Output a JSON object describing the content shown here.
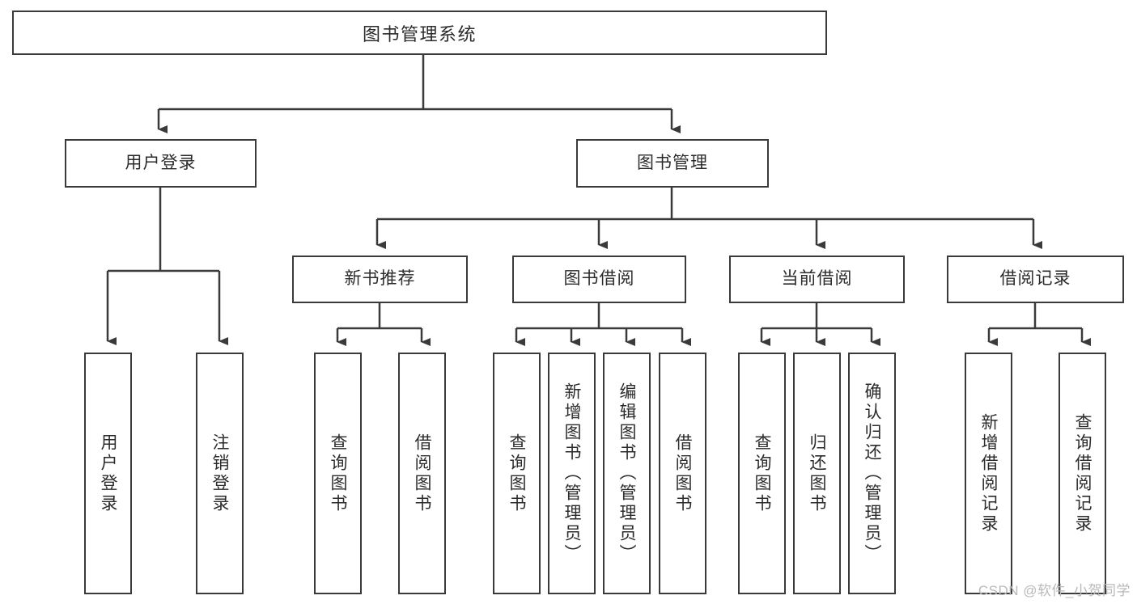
{
  "diagram": {
    "title": "图书管理系统",
    "type": "tree-hierarchy-chart",
    "root": {
      "id": "root",
      "label": "图书管理系统"
    },
    "level1": [
      {
        "id": "user-login",
        "label": "用户登录"
      },
      {
        "id": "book-management",
        "label": "图书管理"
      }
    ],
    "level2": [
      {
        "id": "new-book-recommend",
        "label": "新书推荐",
        "parent": "book-management"
      },
      {
        "id": "book-borrow",
        "label": "图书借阅",
        "parent": "book-management"
      },
      {
        "id": "current-borrow",
        "label": "当前借阅",
        "parent": "book-management"
      },
      {
        "id": "borrow-record",
        "label": "借阅记录",
        "parent": "book-management"
      }
    ],
    "leaves": {
      "user_login": [
        {
          "id": "leaf-user-login",
          "label": "用户登录"
        },
        {
          "id": "leaf-logout-login",
          "label": "注销登录"
        }
      ],
      "new_book_recommend": [
        {
          "id": "leaf-query-book-1",
          "label": "查询图书"
        },
        {
          "id": "leaf-borrow-book-1",
          "label": "借阅图书"
        }
      ],
      "book_borrow": [
        {
          "id": "leaf-query-book-2",
          "label": "查询图书"
        },
        {
          "id": "leaf-add-book",
          "label": "新增图书（管理员）"
        },
        {
          "id": "leaf-edit-book",
          "label": "编辑图书（管理员）"
        },
        {
          "id": "leaf-borrow-book-2",
          "label": "借阅图书"
        }
      ],
      "current_borrow": [
        {
          "id": "leaf-query-book-3",
          "label": "查询图书"
        },
        {
          "id": "leaf-return-book",
          "label": "归还图书"
        },
        {
          "id": "leaf-confirm-return",
          "label": "确认归还（管理员）"
        }
      ],
      "borrow_record": [
        {
          "id": "leaf-add-borrow-record",
          "label": "新增借阅记录"
        },
        {
          "id": "leaf-query-borrow-record",
          "label": "查询借阅记录"
        }
      ]
    },
    "colors": {
      "stroke": "#3a3a3a",
      "fill": "#ffffff",
      "text": "#2b2b2b",
      "watermark": "#b9b9b9"
    }
  },
  "watermark": {
    "text": "CSDN @软件_小贺同学"
  }
}
